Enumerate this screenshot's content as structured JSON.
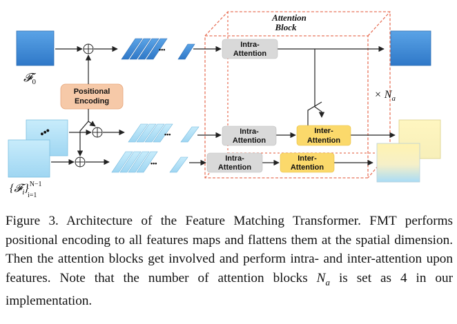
{
  "figure": {
    "block_title_1": "Attention",
    "block_title_2": "Block",
    "positional_encoding_1": "Positional",
    "positional_encoding_2": "Encoding",
    "intra_attention_1": "Intra-",
    "intra_attention_2": "Attention",
    "inter_attention_1": "Inter-",
    "inter_attention_2": "Attention",
    "f0_symbol": "𝓕",
    "f0_subscript": "0",
    "fi_symbol": "{𝓕",
    "fi_index": "i",
    "fi_close": "}",
    "fi_upper": "N−1",
    "fi_lower": "i=1",
    "times_symbol": "× N",
    "times_subscript": "a",
    "dots": "•••",
    "colors": {
      "dark_blue": "#4a8fd6",
      "light_blue": "#aee0f7",
      "box_gray": "#d9d9d9",
      "box_yellow": "#fbd96b",
      "box_peach": "#f6c9a8",
      "block_red": "#e8735a"
    }
  },
  "caption": {
    "prefix": "Figure 3. Architecture of the Feature Matching Transformer. FMT performs positional encoding to all features maps and flattens them at the spatial dimension. Then the attention blocks get involved and perform intra- and inter-attention upon features. Note that the number of attention blocks ",
    "na_symbol": "N",
    "na_sub": "a",
    "suffix": " is set as 4 in our implementation."
  }
}
